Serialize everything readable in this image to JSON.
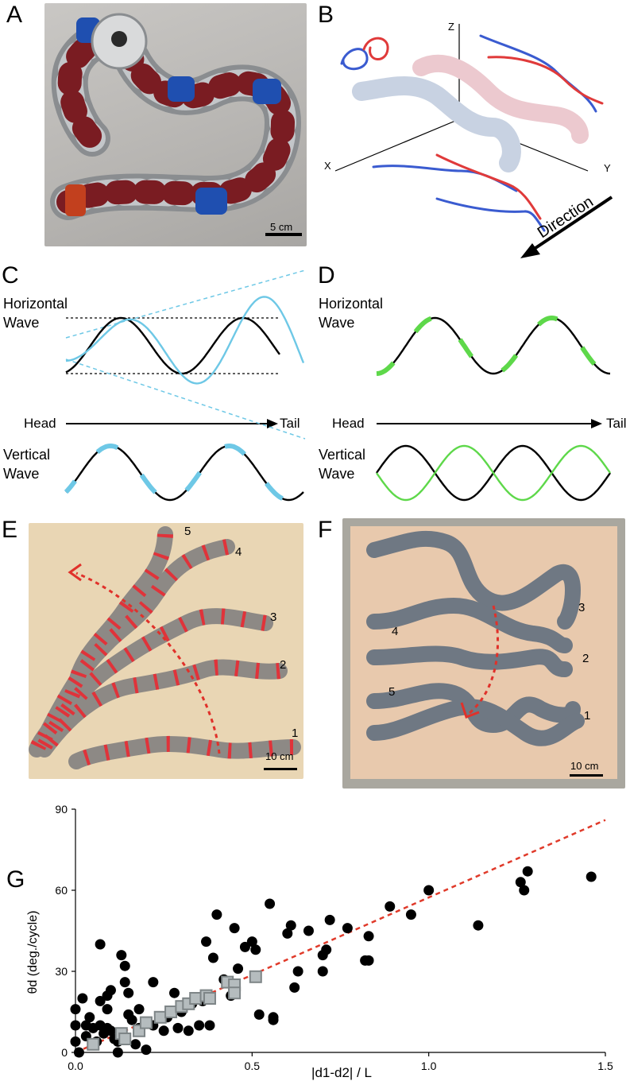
{
  "panels": {
    "a": "A",
    "b": "B",
    "c": "C",
    "d": "D",
    "e": "E",
    "f": "F",
    "g": "G"
  },
  "panel_a": {
    "scale_label": "5 cm"
  },
  "panel_b": {
    "axis_x": "X",
    "axis_y": "Y",
    "axis_z": "Z",
    "direction_label": "Direction"
  },
  "panel_c": {
    "horizontal_line1": "Horizontal",
    "horizontal_line2": "Wave",
    "vertical_line1": "Vertical",
    "vertical_line2": "Wave",
    "head": "Head",
    "tail": "Tail",
    "accent": "#6ec8e6"
  },
  "panel_d": {
    "horizontal_line1": "Horizontal",
    "horizontal_line2": "Wave",
    "vertical_line1": "Vertical",
    "vertical_line2": "Wave",
    "head": "Head",
    "tail": "Tail",
    "accent": "#5ed84a"
  },
  "panel_e": {
    "trial_labels": [
      "5",
      "4",
      "3",
      "2",
      "1"
    ],
    "scale_label": "10 cm"
  },
  "panel_f": {
    "trial_labels": [
      "3",
      "4",
      "2",
      "5",
      "1"
    ],
    "scale_label": "10 cm"
  },
  "chart_data": {
    "type": "scatter",
    "xlabel": "|d1-d2| / L",
    "ylabel": "θd (deg./cycle)",
    "xlim": [
      0,
      1.5
    ],
    "ylim": [
      0,
      90
    ],
    "xticks": [
      "0.0",
      "0.5",
      "1.0",
      "1.5"
    ],
    "yticks": [
      "0",
      "30",
      "60",
      "90"
    ],
    "fit_line": {
      "x": [
        0,
        1.5
      ],
      "y": [
        0,
        86
      ],
      "color": "#e03a2a",
      "style": "dashed"
    },
    "series": [
      {
        "marker": "circle",
        "color": "#000000",
        "points": [
          [
            0.0,
            16
          ],
          [
            0.0,
            10
          ],
          [
            0.0,
            4
          ],
          [
            0.01,
            0
          ],
          [
            0.02,
            20
          ],
          [
            0.03,
            10
          ],
          [
            0.03,
            6
          ],
          [
            0.04,
            13
          ],
          [
            0.05,
            9
          ],
          [
            0.06,
            4
          ],
          [
            0.07,
            10
          ],
          [
            0.07,
            40
          ],
          [
            0.07,
            19
          ],
          [
            0.08,
            7
          ],
          [
            0.09,
            16
          ],
          [
            0.09,
            21
          ],
          [
            0.09,
            9
          ],
          [
            0.1,
            8
          ],
          [
            0.1,
            23
          ],
          [
            0.11,
            5
          ],
          [
            0.12,
            0
          ],
          [
            0.12,
            4
          ],
          [
            0.13,
            36
          ],
          [
            0.14,
            32
          ],
          [
            0.14,
            26
          ],
          [
            0.15,
            22
          ],
          [
            0.15,
            14
          ],
          [
            0.16,
            12
          ],
          [
            0.17,
            3
          ],
          [
            0.18,
            9
          ],
          [
            0.18,
            16
          ],
          [
            0.2,
            1
          ],
          [
            0.22,
            10
          ],
          [
            0.22,
            26
          ],
          [
            0.25,
            8
          ],
          [
            0.26,
            13
          ],
          [
            0.28,
            22
          ],
          [
            0.29,
            9
          ],
          [
            0.3,
            15
          ],
          [
            0.32,
            8
          ],
          [
            0.33,
            18
          ],
          [
            0.35,
            10
          ],
          [
            0.36,
            19
          ],
          [
            0.37,
            41
          ],
          [
            0.38,
            10
          ],
          [
            0.39,
            35
          ],
          [
            0.4,
            51
          ],
          [
            0.42,
            27
          ],
          [
            0.44,
            21
          ],
          [
            0.45,
            46
          ],
          [
            0.46,
            31
          ],
          [
            0.48,
            39
          ],
          [
            0.5,
            41
          ],
          [
            0.51,
            38
          ],
          [
            0.52,
            14
          ],
          [
            0.55,
            55
          ],
          [
            0.56,
            13
          ],
          [
            0.56,
            12
          ],
          [
            0.6,
            44
          ],
          [
            0.61,
            47
          ],
          [
            0.62,
            24
          ],
          [
            0.63,
            30
          ],
          [
            0.66,
            45
          ],
          [
            0.7,
            30
          ],
          [
            0.7,
            36
          ],
          [
            0.71,
            38
          ],
          [
            0.72,
            49
          ],
          [
            0.77,
            46
          ],
          [
            0.82,
            34
          ],
          [
            0.83,
            34
          ],
          [
            0.83,
            43
          ],
          [
            0.89,
            54
          ],
          [
            0.95,
            51
          ],
          [
            1.0,
            60
          ],
          [
            1.14,
            47
          ],
          [
            1.26,
            63
          ],
          [
            1.27,
            60
          ],
          [
            1.28,
            67
          ],
          [
            1.46,
            65
          ]
        ]
      },
      {
        "marker": "square",
        "color": "#b5bcbe",
        "points": [
          [
            0.05,
            3
          ],
          [
            0.13,
            7
          ],
          [
            0.14,
            5
          ],
          [
            0.18,
            8
          ],
          [
            0.2,
            11
          ],
          [
            0.24,
            13
          ],
          [
            0.27,
            15
          ],
          [
            0.3,
            17
          ],
          [
            0.32,
            18
          ],
          [
            0.34,
            20
          ],
          [
            0.37,
            21
          ],
          [
            0.38,
            20
          ],
          [
            0.43,
            26
          ],
          [
            0.45,
            25
          ],
          [
            0.45,
            22
          ],
          [
            0.51,
            28
          ]
        ]
      }
    ]
  }
}
